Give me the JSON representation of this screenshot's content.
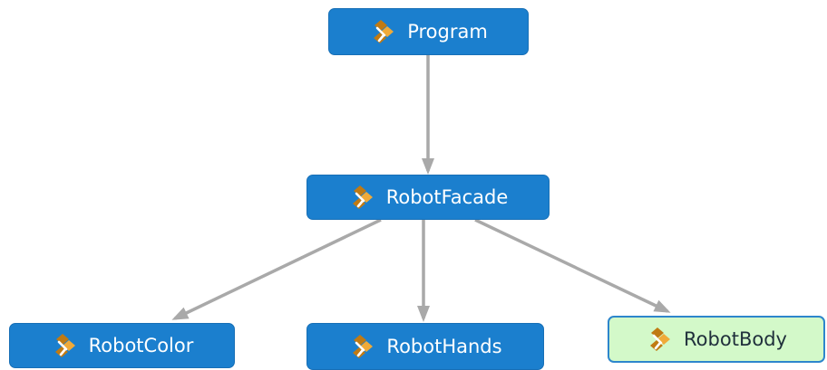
{
  "diagram": {
    "icon": "class-icon",
    "colors": {
      "node_fill": "#1b7fce",
      "node_border": "#176fb6",
      "node_text": "#ffffff",
      "highlight_fill": "#d3f9c9",
      "highlight_border": "#2d86cc",
      "highlight_text": "#1f2f3b",
      "edge": "#a9a9a9",
      "icon_dark": "#c07a13",
      "icon_light": "#f0aa39"
    },
    "nodes": {
      "program": {
        "label": "Program"
      },
      "robotfacade": {
        "label": "RobotFacade"
      },
      "robotcolor": {
        "label": "RobotColor"
      },
      "robothands": {
        "label": "RobotHands"
      },
      "robotbody": {
        "label": "RobotBody"
      }
    },
    "edges": [
      {
        "from": "Program",
        "to": "RobotFacade"
      },
      {
        "from": "RobotFacade",
        "to": "RobotColor"
      },
      {
        "from": "RobotFacade",
        "to": "RobotHands"
      },
      {
        "from": "RobotFacade",
        "to": "RobotBody"
      }
    ]
  }
}
